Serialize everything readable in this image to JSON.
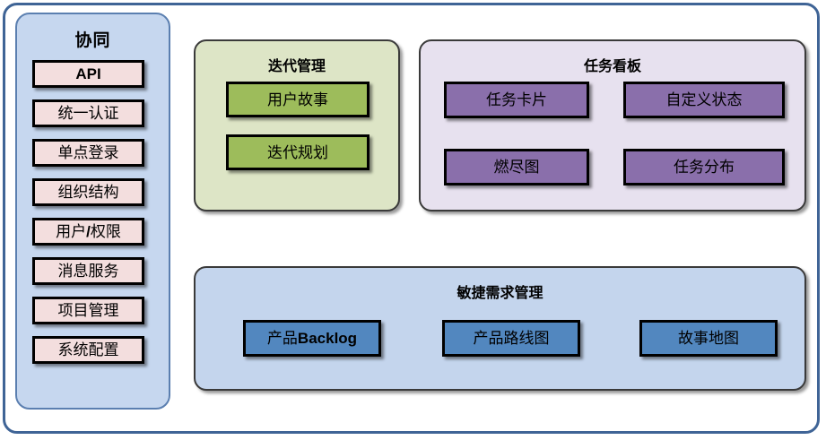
{
  "diagram": {
    "sidebar": {
      "title": "协同",
      "items": [
        {
          "label": "API",
          "style": "sans-bold"
        },
        {
          "label": "统一认证",
          "style": "serif"
        },
        {
          "label": "单点登录",
          "style": "serif"
        },
        {
          "label": "组织结构",
          "style": "serif"
        },
        {
          "label_prefix": "用户",
          "label_bold": "/",
          "label_suffix": "权限",
          "label": "用户/权限",
          "style": "serif-mixed"
        },
        {
          "label": "消息服务",
          "style": "serif"
        },
        {
          "label": "项目管理",
          "style": "serif"
        },
        {
          "label": "系统配置",
          "style": "serif"
        }
      ]
    },
    "panels": [
      {
        "key": "iteration",
        "title": "迭代管理",
        "fill": "#dde5c6",
        "card_fill": "#9dbc5b",
        "cards": [
          {
            "label": "用户故事"
          },
          {
            "label": "迭代规划"
          }
        ]
      },
      {
        "key": "taskboard",
        "title": "任务看板",
        "fill": "#e7e1ef",
        "card_fill": "#8a6fab",
        "cards": [
          {
            "label": "任务卡片"
          },
          {
            "label": "自定义状态"
          },
          {
            "label": "燃尽图"
          },
          {
            "label": "任务分布"
          }
        ]
      },
      {
        "key": "agile",
        "title": "敏捷需求管理",
        "fill": "#c4d5ed",
        "card_fill": "#5287bf",
        "cards": [
          {
            "label_prefix": "产品",
            "label_bold": "Backlog",
            "label": "产品Backlog",
            "style": "serif-mixed"
          },
          {
            "label": "产品路线图"
          },
          {
            "label": "故事地图"
          }
        ]
      }
    ],
    "colors": {
      "frame_border": "#3f6496",
      "sidebar_fill": "#c6d7ef",
      "sidebar_border": "#5b7fb0",
      "sidebar_item_fill": "#f3dede",
      "card_border": "#000000",
      "panel_border": "#3a3a3a"
    }
  }
}
